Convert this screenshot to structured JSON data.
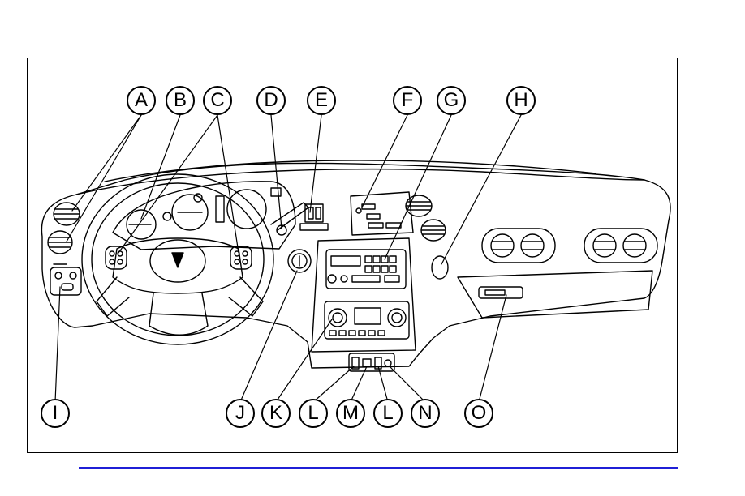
{
  "colors": {
    "line": "#000000",
    "rule": "#1f1fd6",
    "background": "#ffffff"
  },
  "callouts": [
    {
      "key": "a",
      "label": "A"
    },
    {
      "key": "b",
      "label": "B"
    },
    {
      "key": "c",
      "label": "C"
    },
    {
      "key": "d",
      "label": "D"
    },
    {
      "key": "e",
      "label": "E"
    },
    {
      "key": "f",
      "label": "F"
    },
    {
      "key": "g",
      "label": "G"
    },
    {
      "key": "h",
      "label": "H"
    },
    {
      "key": "i",
      "label": "I"
    },
    {
      "key": "j",
      "label": "J"
    },
    {
      "key": "k",
      "label": "K"
    },
    {
      "key": "l1",
      "label": "L"
    },
    {
      "key": "m",
      "label": "M"
    },
    {
      "key": "l2",
      "label": "L"
    },
    {
      "key": "n",
      "label": "N"
    },
    {
      "key": "o",
      "label": "O"
    }
  ]
}
